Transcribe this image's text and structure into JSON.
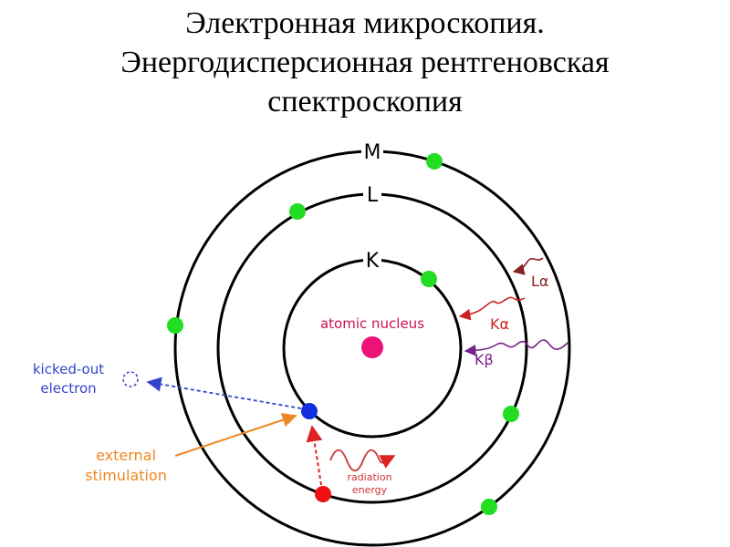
{
  "title": {
    "line1": "Электронная микроскопия.",
    "line2": "Энергодисперсионная рентгеновская",
    "line3": "спектроскопия"
  },
  "shells": {
    "k": "K",
    "l": "L",
    "m": "M"
  },
  "labels": {
    "nucleus": "atomic nucleus",
    "kicked_out_line1": "kicked-out",
    "kicked_out_line2": "electron",
    "external_line1": "external",
    "external_line2": "stimulation",
    "radiation_line1": "radiation",
    "radiation_line2": "energy",
    "k_alpha": "Kα",
    "k_beta": "Kβ",
    "l_alpha": "Lα"
  },
  "colors": {
    "electron": "#22dd22",
    "nucleus": "#ee1177",
    "vacancy_electron": "#1030e0",
    "incoming_electron": "#ee1111",
    "kicked_out": "#3344cc",
    "external": "#ee8822",
    "radiation": "#cc3333",
    "k_alpha": "#cc2222",
    "k_beta": "#772288",
    "l_alpha": "#882222"
  }
}
